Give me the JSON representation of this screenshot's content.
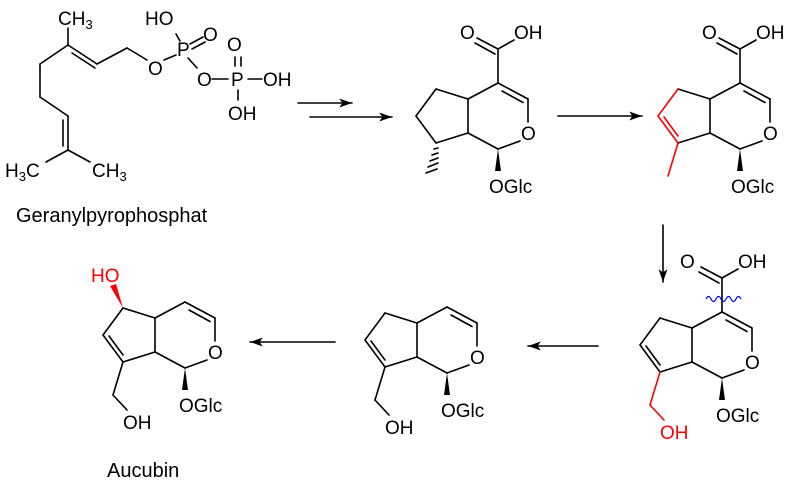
{
  "labels": {
    "gpp_name": "Geranylpyrophosphat",
    "aucubin_name": "Aucubin",
    "ch": "CH",
    "h": "H",
    "c": "C",
    "sub3": "3",
    "ho": "HO",
    "oh": "OH",
    "o": "O",
    "p": "P",
    "oglc": "OGlc"
  },
  "colors": {
    "highlight": "#ff0000",
    "cleavage": "#0000ff",
    "bond": "#000000"
  },
  "arrows": [
    "double-step",
    "right",
    "down",
    "left",
    "left"
  ]
}
